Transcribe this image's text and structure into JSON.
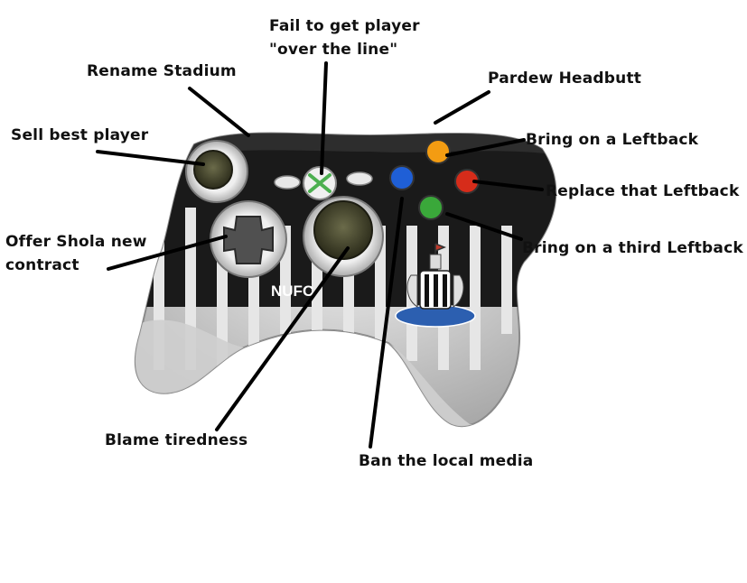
{
  "labels": {
    "fail_line1": "Fail to get player",
    "fail_line2": "\"over the line\"",
    "rename": "Rename Stadium",
    "pardew": "Pardew Headbutt",
    "sell": "Sell best player",
    "bring_lb": "Bring on a Leftback",
    "replace_lb": "Replace that Leftback",
    "offer_line1": "Offer Shola new",
    "offer_line2": "contract",
    "third_lb": "Bring on a third Leftback",
    "blame": "Blame tiredness",
    "ban": "Ban the local media"
  },
  "controller": {
    "brand_text": "NUFC",
    "button_colors": {
      "orange": "#f39c12",
      "red": "#d62c1a",
      "blue": "#1f5fd6",
      "green": "#3aa83a"
    },
    "stripe_colors": [
      "#1a1a1a",
      "#e6e6e6"
    ],
    "body_color": "#d8d8d8"
  }
}
